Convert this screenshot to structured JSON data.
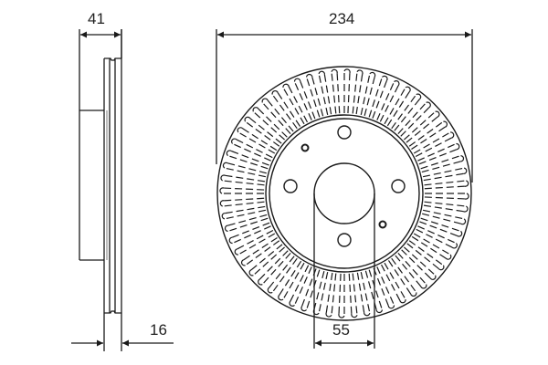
{
  "drawing": {
    "type": "brake-disc-technical-drawing",
    "line_color": "#1a1a1a",
    "background": "#ffffff"
  },
  "dimensions": {
    "overall_thickness": {
      "label": "41",
      "value": 41
    },
    "outer_diameter": {
      "label": "234",
      "value": 234
    },
    "min_thickness": {
      "label": "16",
      "value": 16
    },
    "center_bore": {
      "label": "55",
      "value": 55
    }
  },
  "front_view": {
    "bolt_holes": 4,
    "small_holes": 2,
    "vent_count": 60
  }
}
